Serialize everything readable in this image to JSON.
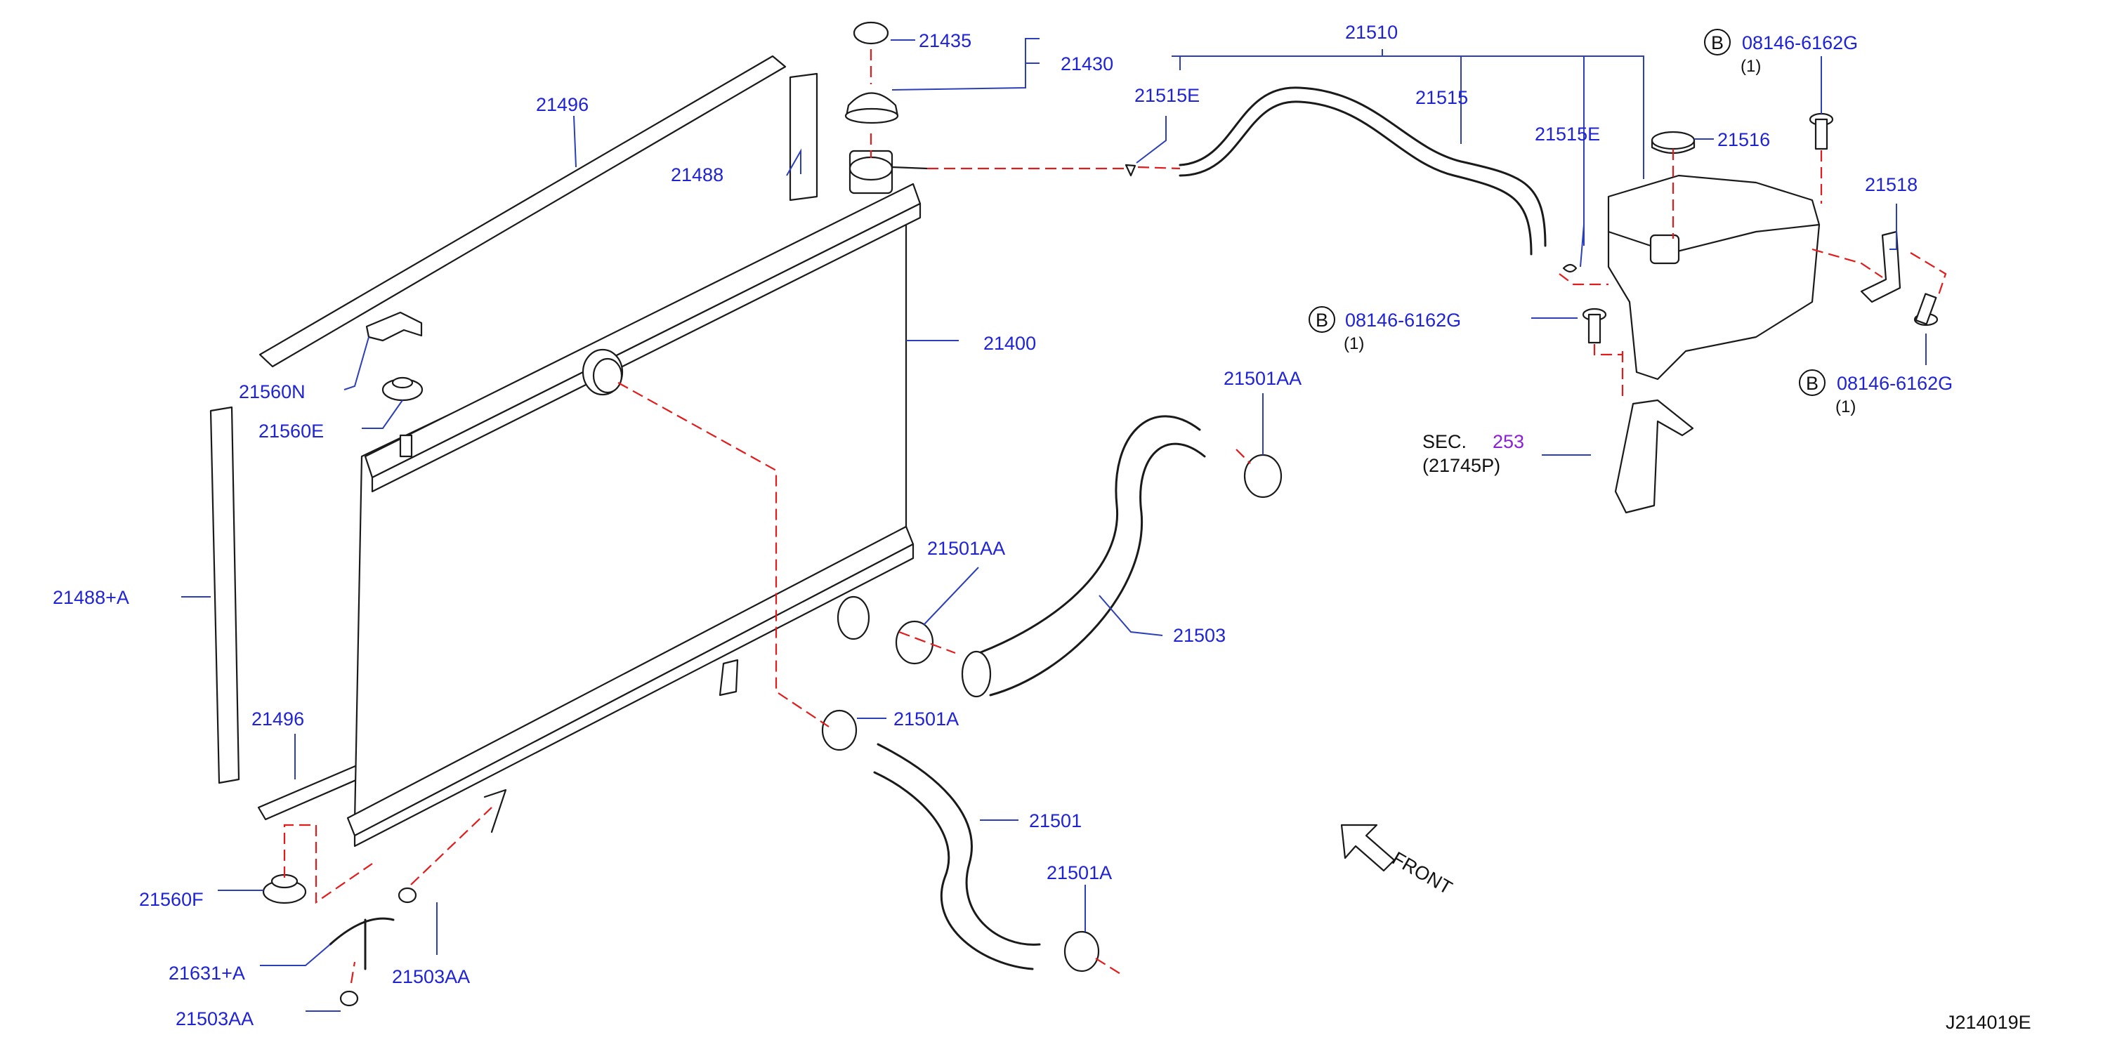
{
  "diagram_code": "J214019E",
  "front_label": "FRONT",
  "bolt_symbol": "B",
  "section_ref": {
    "prefix": "SEC.",
    "number": "253",
    "sub": "(21745P)"
  },
  "parts": {
    "p21435": "21435",
    "p21430": "21430",
    "p21496_top": "21496",
    "p21488": "21488",
    "p21510": "21510",
    "p21515E_left": "21515E",
    "p21515": "21515",
    "p21515E_right": "21515E",
    "p21516": "21516",
    "p21518": "21518",
    "p21400": "21400",
    "p21560N": "21560N",
    "p21560E": "21560E",
    "p21501AA_upper": "21501AA",
    "p21488A": "21488+A",
    "p21501AA_mid": "21501AA",
    "p21503": "21503",
    "p21496_bottom": "21496",
    "p21501A_upper": "21501A",
    "p21501": "21501",
    "p21501A_lower": "21501A",
    "p21560F": "21560F",
    "p21631A": "21631+A",
    "p21503AA_right": "21503AA",
    "p21503AA_bottom": "21503AA"
  },
  "bolts": [
    {
      "code": "08146-6162G",
      "qty": "(1)"
    },
    {
      "code": "08146-6162G",
      "qty": "(1)"
    },
    {
      "code": "08146-6162G",
      "qty": "(1)"
    }
  ]
}
